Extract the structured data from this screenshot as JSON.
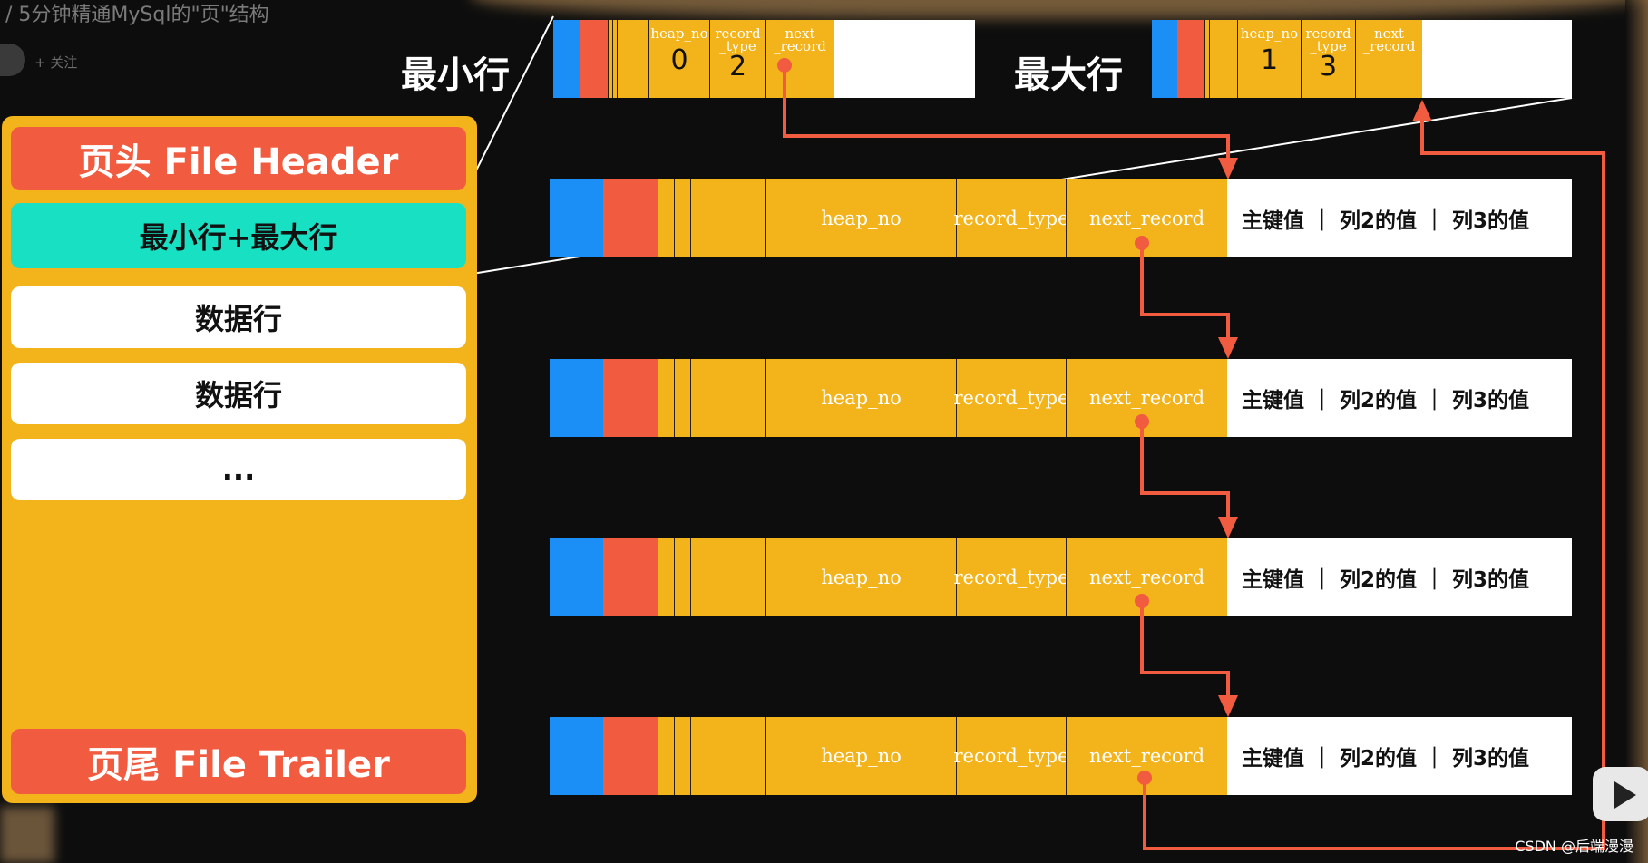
{
  "header": {
    "video_title": "/ 5分钟精通MySql的\"页\"结构",
    "follow": "+ 关注"
  },
  "page_structure": {
    "file_header": "页头 File Header",
    "min_max_rows": "最小行+最大行",
    "data_row_1": "数据行",
    "data_row_2": "数据行",
    "ellipsis": "...",
    "file_trailer": "页尾 File Trailer"
  },
  "special_rows": {
    "min_label": "最小行",
    "max_label": "最大行",
    "min_record": {
      "heap_no_label": "heap_no",
      "heap_no": "0",
      "record_type_label": "record\n_type",
      "record_type": "2",
      "next_record_label": "next\n_record"
    },
    "max_record": {
      "heap_no_label": "heap_no",
      "heap_no": "1",
      "record_type_label": "record\n_type",
      "record_type": "3",
      "next_record_label": "next\n_record"
    }
  },
  "data_records": {
    "heap_no": "heap_no",
    "record_type": "record_type",
    "next_record": "next_record",
    "values": "主键值 ｜ 列2的值 ｜ 列3的值"
  },
  "colors": {
    "panel": "#f3b31a",
    "header_red": "#f15b3f",
    "teal": "#18e0c3",
    "blue": "#1b8ff5",
    "arrow": "#f15b3f"
  },
  "watermark": "CSDN @后端漫漫"
}
